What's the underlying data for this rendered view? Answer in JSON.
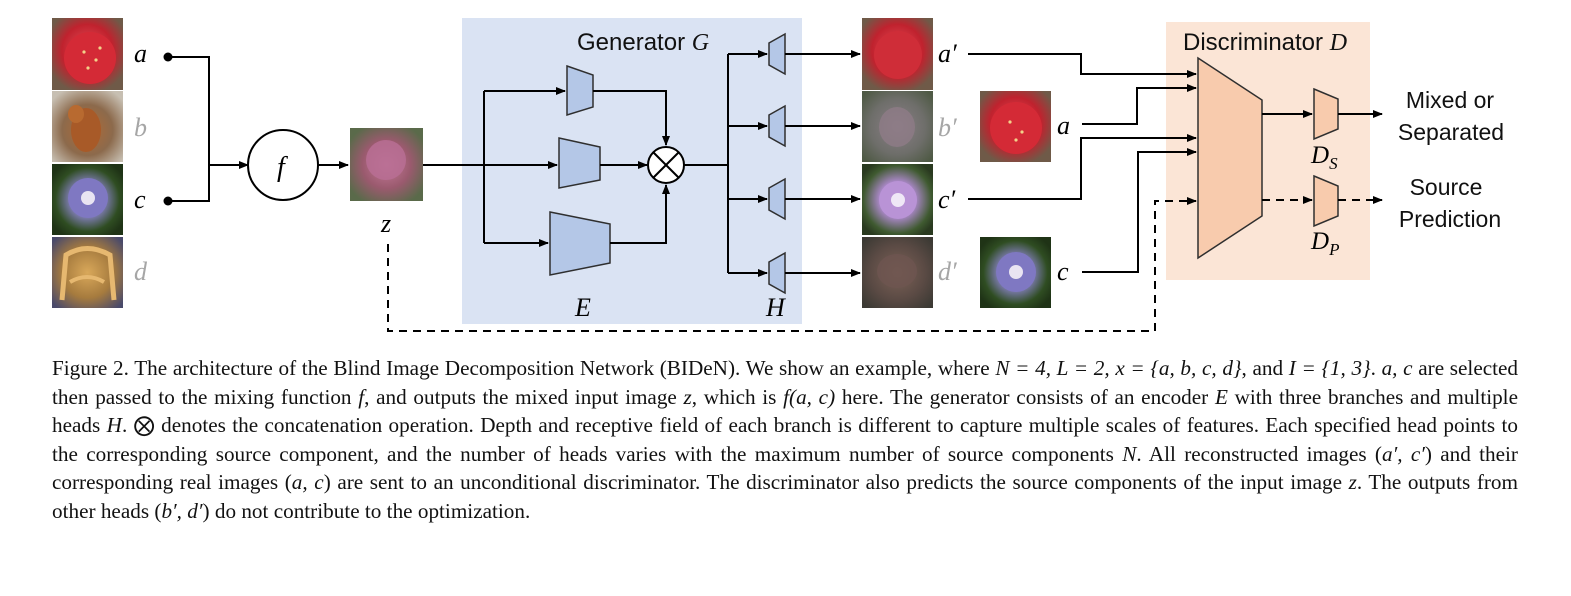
{
  "labels": {
    "a": "a",
    "b": "b",
    "c": "c",
    "d": "d",
    "f": "f",
    "z": "z",
    "E": "E",
    "H": "H",
    "a_prime": "a′",
    "b_prime": "b′",
    "c_prime": "c′",
    "d_prime": "d′",
    "a_real": "a",
    "c_real": "c",
    "D_S": "D",
    "D_S_sub": "S",
    "D_P": "D",
    "D_P_sub": "P"
  },
  "generator_title": "Generator",
  "generator_symbol": "G",
  "discriminator_title": "Discriminator",
  "discriminator_symbol": "D",
  "outputs": {
    "mixed_line1": "Mixed or",
    "mixed_line2": "Separated",
    "source_line1": "Source",
    "source_line2": "Prediction"
  },
  "colors": {
    "generator_bg": "#dae3f3",
    "discriminator_bg": "#fbe5d6",
    "trapezoid_blue": "#b4c7e7",
    "trapezoid_orange": "#f8cbad",
    "faded_label": "#a6a6a6"
  },
  "caption": [
    "Figure 2. The architecture of the Blind Image Decomposition Network (BIDeN). We show an example, where ",
    "N = 4, L = 2, x = {a, b, c, d}",
    ", and ",
    "I = {1, 3}",
    ". ",
    "a, c",
    " are selected then passed to the mixing function ",
    "f",
    ", and outputs the mixed input image ",
    "z",
    ", which is ",
    "f(a, c)",
    " here. The generator consists of an encoder ",
    "E",
    " with three branches and multiple heads ",
    "H",
    ". ⨂ denotes the concatenation operation. Depth and receptive field of each branch is different to capture multiple scales of features. Each specified head points to the corresponding source component, and the number of heads varies with the maximum number of source components ",
    "N",
    ". All reconstructed images (",
    "a′, c′",
    ") and their corresponding real images (",
    "a, c",
    ") are sent to an unconditional discriminator. The discriminator also predicts the source components of the input image ",
    "z",
    ". The outputs from other heads (",
    "b′, d′",
    ") do not contribute to the optimization."
  ]
}
